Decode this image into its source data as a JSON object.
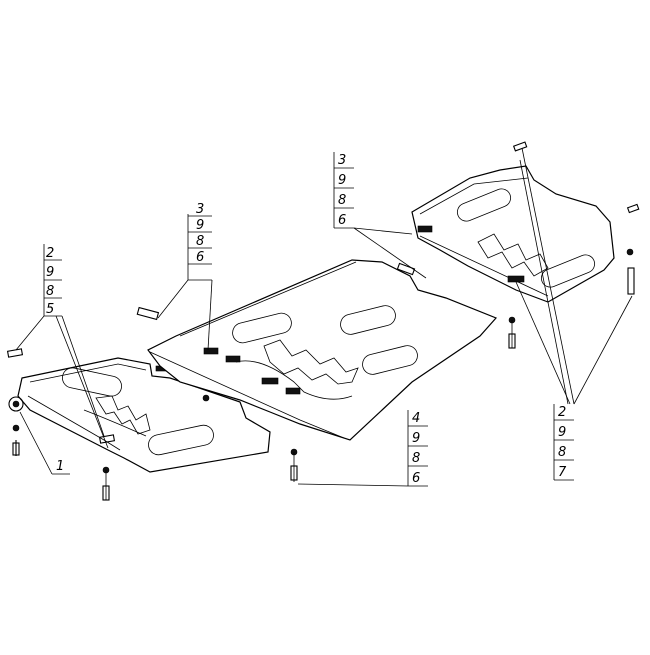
{
  "callouts": {
    "top_center": [
      "3",
      "9",
      "8",
      "6"
    ],
    "left_plate": [
      "2",
      "9",
      "8",
      "5"
    ],
    "left_bottom": [
      "1"
    ],
    "top_right": [
      "3",
      "9",
      "8",
      "6"
    ],
    "bottom_center": [
      "4",
      "9",
      "8",
      "6"
    ],
    "bottom_right": [
      "2",
      "9",
      "8",
      "7"
    ]
  },
  "colors": {
    "line": "#000000",
    "background": "#ffffff"
  }
}
